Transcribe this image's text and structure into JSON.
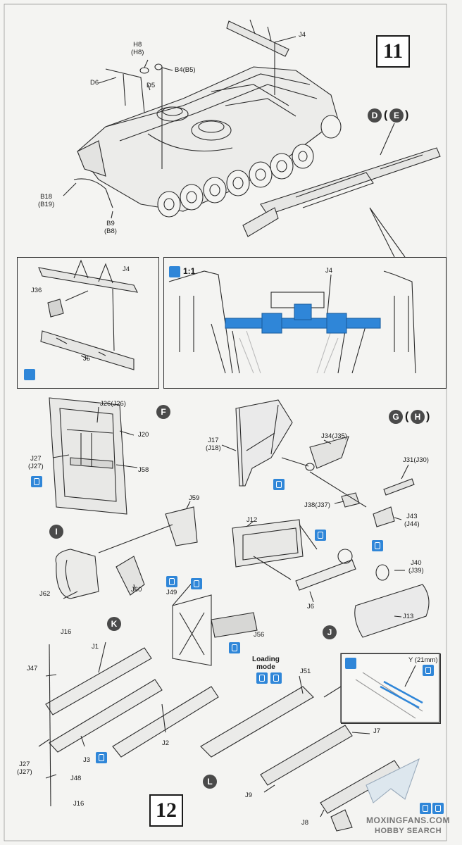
{
  "step11": {
    "number": "11"
  },
  "step12": {
    "number": "12"
  },
  "scale": "1:1",
  "loading_mode": [
    "Loading",
    "mode"
  ],
  "markers": {
    "D": "D",
    "E": "E",
    "F": "F",
    "G": "G",
    "H": "H",
    "I": "I",
    "J": "J",
    "K": "K",
    "L": "L"
  },
  "parts": {
    "J4_top": "J4",
    "H8": [
      "H8",
      "(H8)"
    ],
    "B4": "B4(B5)",
    "D6": "D6",
    "D5": "D5",
    "B18": [
      "B18",
      "(B19)"
    ],
    "B9": [
      "B9",
      "(B8)"
    ],
    "J4_inset": "J4",
    "J36": "J36",
    "J5": "J5",
    "J4_scale": "J4",
    "J26": "J26(J26)",
    "J20": "J20",
    "J27a": [
      "J27",
      "(J27)"
    ],
    "J58": "J58",
    "J17": [
      "J17",
      "(J18)"
    ],
    "J34": "J34(J35)",
    "J31": "J31(J30)",
    "J38": "J38(J37)",
    "J43": [
      "J43",
      "(J44)"
    ],
    "J59": "J59",
    "J12": "J12",
    "J62": "J62",
    "J60": "J60",
    "J40": [
      "J40",
      "(J39)"
    ],
    "J6": "J6",
    "J13": "J13",
    "J49": "J49",
    "J56": "J56",
    "J16a": "J16",
    "J1": "J1",
    "J47": "J47",
    "J51": "J51",
    "Y": "Y (21mm)",
    "J7": "J7",
    "J2": "J2",
    "J3": "J3",
    "J27b": [
      "J27",
      "(J27)"
    ],
    "J48": "J48",
    "J9": "J9",
    "J16b": "J16",
    "J8": "J8"
  },
  "watermark": {
    "line1": "MOXINGFANS.COM",
    "line2": "HOBBY SEARCH"
  },
  "colors": {
    "accent": "#2f86d8",
    "ink": "#1a1a1a",
    "paper": "#f4f4f2"
  },
  "icons": [
    "glue-icon",
    "brush-icon",
    "hatch-icon"
  ]
}
